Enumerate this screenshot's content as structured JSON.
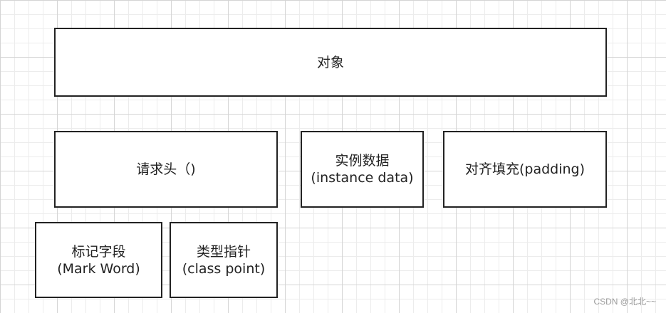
{
  "diagram": {
    "object": {
      "label": "对象"
    },
    "header": {
      "label": "请求头（)"
    },
    "instance_data": {
      "line1": "实例数据",
      "line2": "(instance data)"
    },
    "padding": {
      "label": "对齐填充(padding)"
    },
    "mark_word": {
      "line1": "标记字段",
      "line2": "(Mark Word)"
    },
    "class_point": {
      "line1": "类型指针",
      "line2": "(class point)"
    }
  },
  "watermark": {
    "text": "CSDN @北北~~"
  }
}
